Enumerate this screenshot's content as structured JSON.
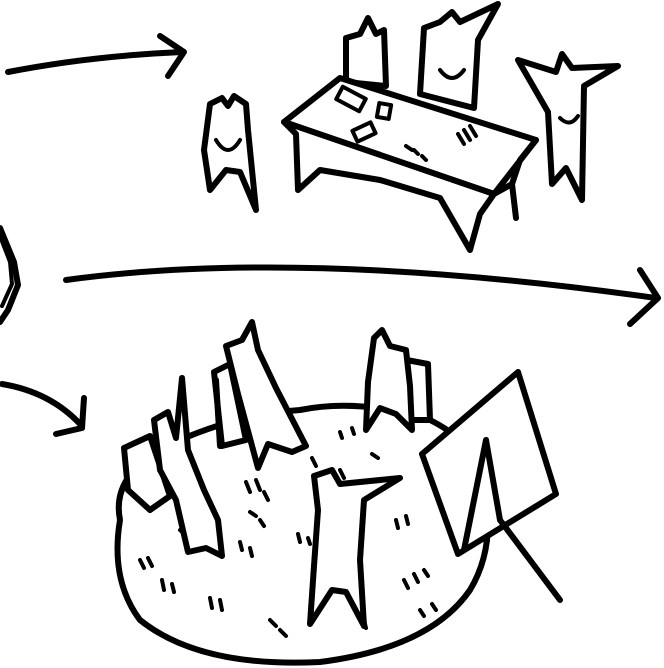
{
  "drawing": {
    "style": "hand-drawn black ink doodle on white",
    "ink_color": "#000000",
    "background_color": "#ffffff",
    "parts": [
      "arrow-top",
      "table-scene",
      "arrow-middle",
      "arrow-bottom",
      "round-table-scene",
      "easel"
    ]
  }
}
